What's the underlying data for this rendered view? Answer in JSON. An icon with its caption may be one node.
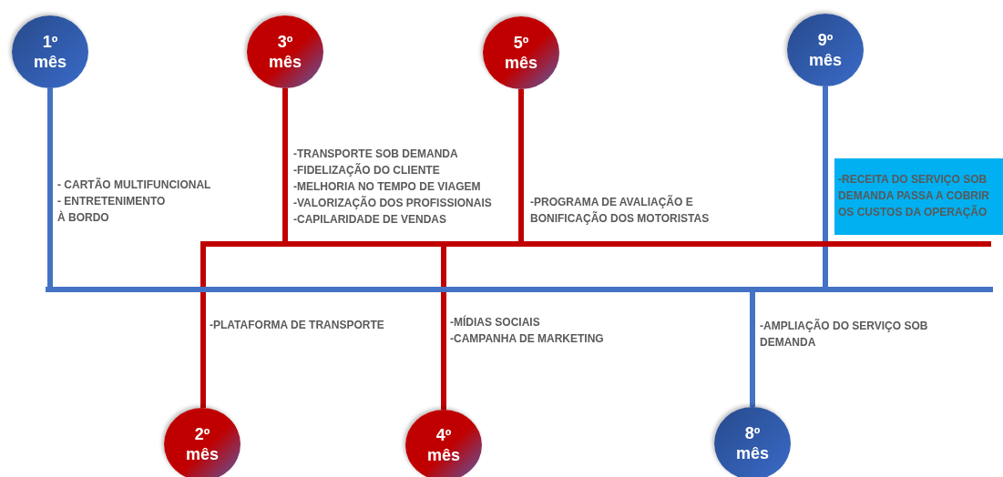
{
  "diagram": {
    "nodes": [
      {
        "text": [
          "1º mês"
        ],
        "beside": [
          "- CARTÃO MULTIFUNCIONAL",
          "- ENTRETENIMENTO À BORDO"
        ]
      },
      {
        "text": [
          "3º mês"
        ],
        "beside": [
          "-TRANSPORTE SOB DEMANDA",
          "-FIDELIZAÇÃO DO CLIENTE",
          "-MELHORIA NO TEMPO DE VIAGEM",
          "-VALORIZAÇÃO DOS PROFISSIONAIS",
          "-CAPILARIDADE DE VENDAS"
        ]
      },
      {
        "text": [
          "5º mês"
        ]
      },
      {
        "text": [
          "9º mês"
        ]
      },
      {
        "text": [
          "-RECEITA DO SERVIÇO SOB DEMANDA PASSA A COBRIR OS CUSTOS DA OPERAÇÃO"
        ]
      },
      {
        "text": [],
        "shape": "bar"
      },
      {
        "text": [],
        "shape": "bar"
      },
      {
        "text": [
          "2º mês"
        ]
      },
      {
        "text": [
          "4º mês"
        ],
        "beside": [
          "-MÍDIAS SOCIAIS",
          "-CAMPANHA DE MARKETING"
        ]
      },
      {
        "text": [
          "8º mês"
        ]
      }
    ],
    "labels": [
      "-PROGRAMA DE AVALIAÇÃO E BONIFICAÇÃO DOS MOTORISTAS",
      "-PLATAFORMA DE TRANSPORTE",
      "-AMPLIAÇÃO DO SERVIÇO SOB DEMANDA"
    ],
    "edges": [
      {
        "from": 0,
        "to": 6,
        "arrow": "none",
        "color": "#4472c4"
      },
      {
        "from": 1,
        "to": 5,
        "arrow": "none"
      },
      {
        "from": 2,
        "to": 5,
        "arrow": "none"
      },
      {
        "from": 3,
        "to": 6,
        "arrow": "none",
        "color": "#4472c4"
      },
      {
        "from": 7,
        "to": 5,
        "arrow": "none"
      },
      {
        "from": 8,
        "to": 5,
        "arrow": "none"
      },
      {
        "from": 9,
        "to": 6,
        "arrow": "none",
        "color": "#4472c4"
      }
    ]
  }
}
